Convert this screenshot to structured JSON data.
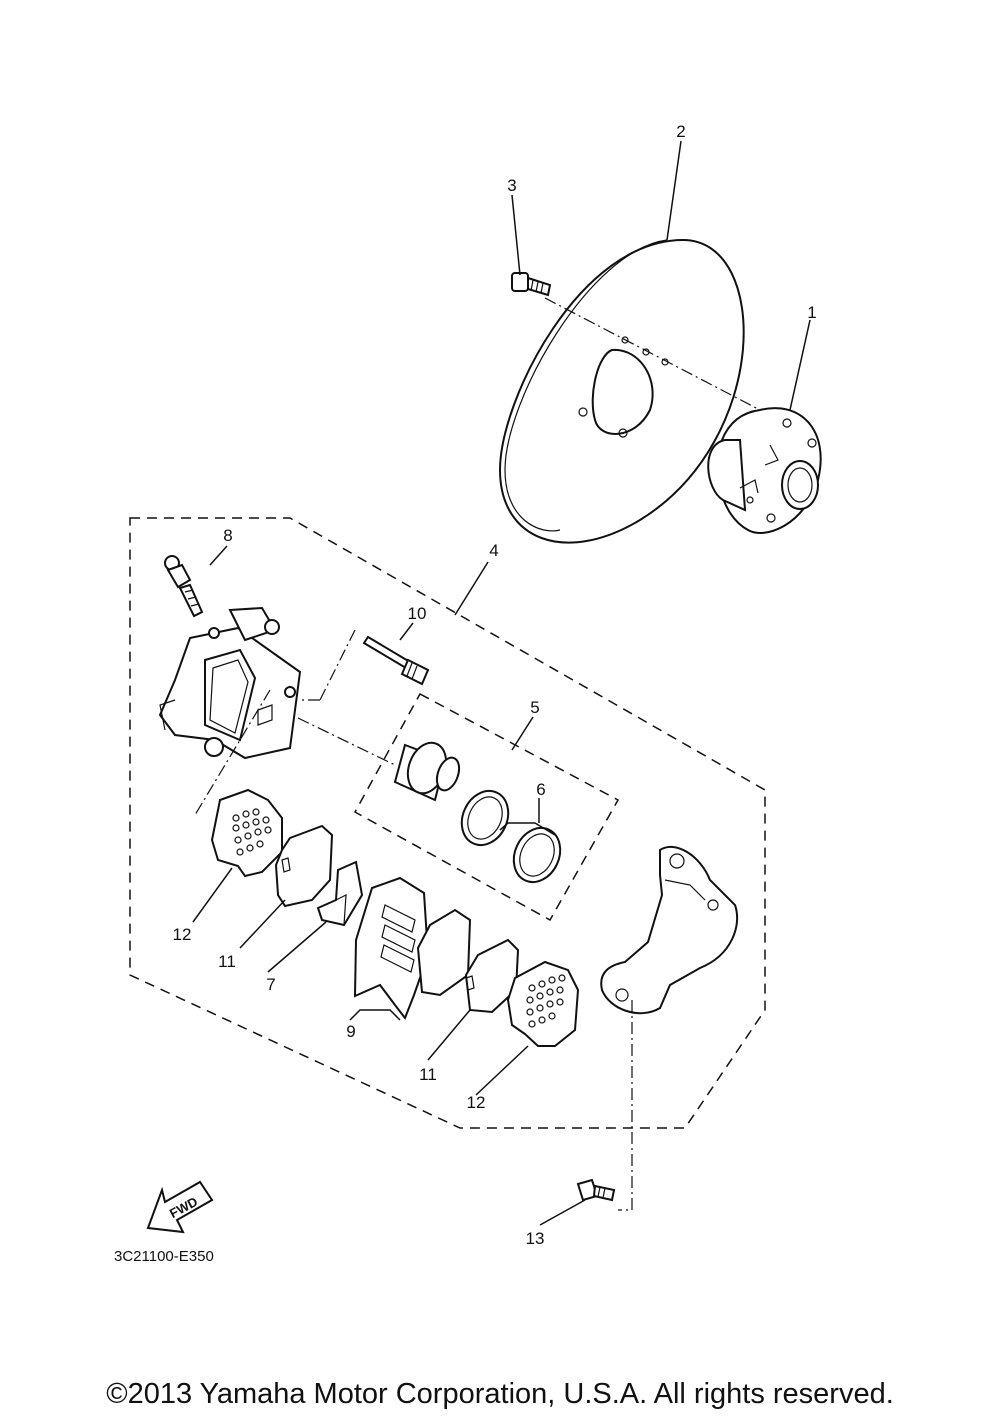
{
  "diagram": {
    "callouts": [
      "1",
      "2",
      "3",
      "4",
      "5",
      "6",
      "7",
      "8",
      "9",
      "10",
      "11",
      "11",
      "12",
      "12",
      "13"
    ],
    "fwd_label": "FWD",
    "drawing_code": "3C21100-E350"
  },
  "footer": {
    "copyright": "©2013 Yamaha Motor Corporation, U.S.A. All rights reserved."
  }
}
